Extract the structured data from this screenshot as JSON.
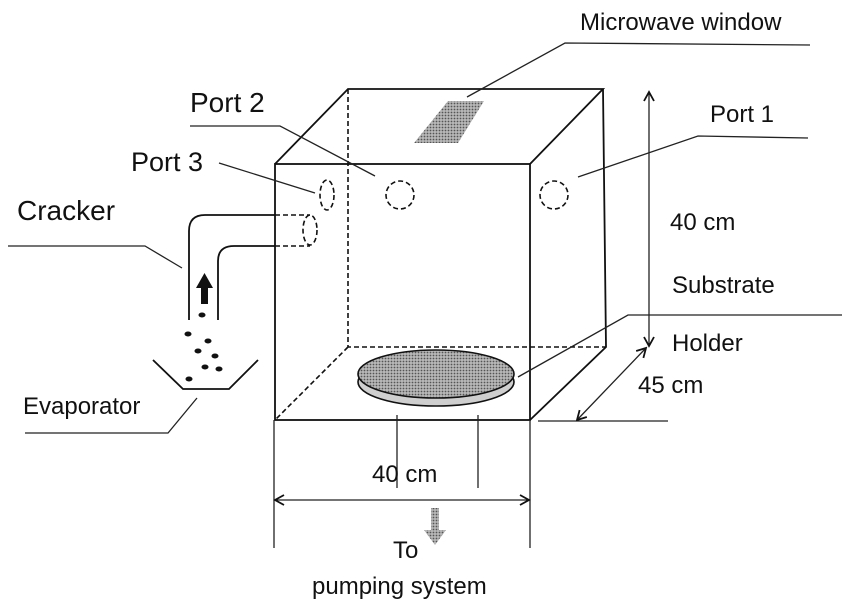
{
  "diagram": {
    "title": "Vacuum chamber schematic",
    "labels": {
      "microwave_window": "Microwave window",
      "port1": "Port 1",
      "port2": "Port 2",
      "port3": "Port 3",
      "cracker": "Cracker",
      "evaporator": "Evaporator",
      "substrate_line1": "Substrate",
      "substrate_line2": "Holder",
      "height_dim": "40 cm",
      "depth_dim": "45 cm",
      "width_dim": "40 cm",
      "pump_line1": "To",
      "pump_line2": "pumping system"
    },
    "dimensions": {
      "height_cm": 40,
      "width_cm": 40,
      "depth_cm": 45
    },
    "colors": {
      "line": "#111111",
      "substrate_fill": "#8a8a8a",
      "substrate_edge": "#c4c4c4",
      "window_fill": "#8f8f8f",
      "pump_arrow": "#7a7a7a"
    }
  }
}
